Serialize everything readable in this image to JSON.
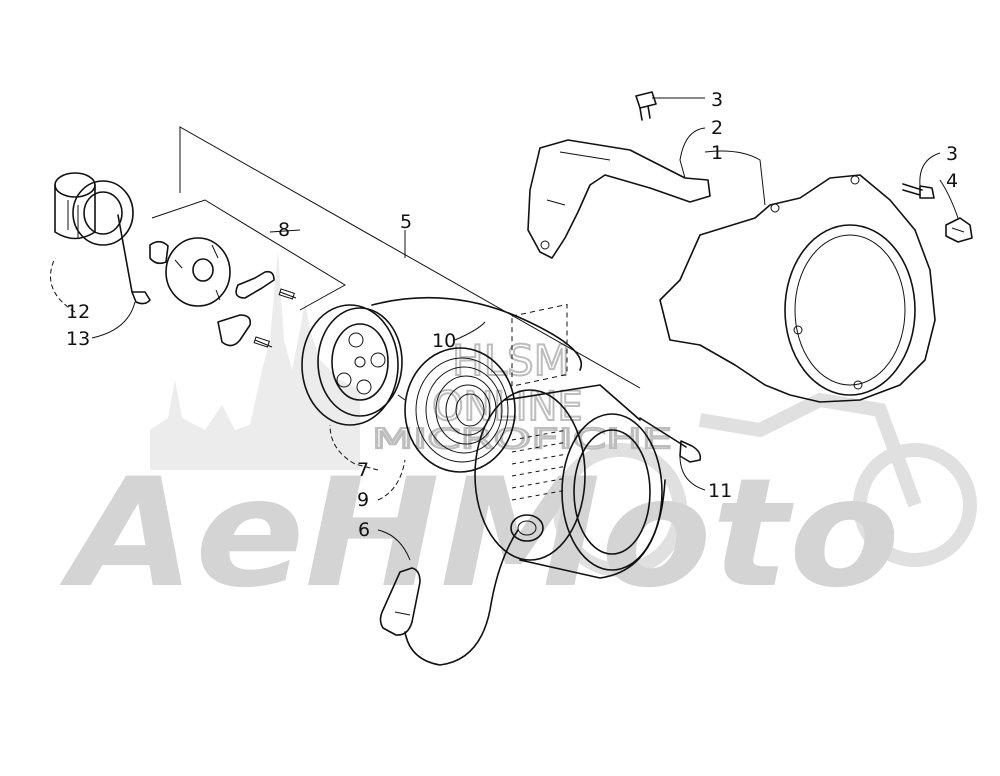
{
  "diagram": {
    "callouts": [
      {
        "id": "c1",
        "label": "1"
      },
      {
        "id": "c2",
        "label": "2"
      },
      {
        "id": "c3a",
        "label": "3"
      },
      {
        "id": "c3b",
        "label": "3"
      },
      {
        "id": "c4",
        "label": "4"
      },
      {
        "id": "c5",
        "label": "5"
      },
      {
        "id": "c6",
        "label": "6"
      },
      {
        "id": "c7",
        "label": "7"
      },
      {
        "id": "c8",
        "label": "8"
      },
      {
        "id": "c9",
        "label": "9"
      },
      {
        "id": "c10",
        "label": "10"
      },
      {
        "id": "c11",
        "label": "11"
      },
      {
        "id": "c12",
        "label": "12"
      },
      {
        "id": "c13",
        "label": "13"
      }
    ]
  },
  "watermark": {
    "brand": "AeHMoto",
    "line1": "HLSM",
    "line2": "ONLINE",
    "line3": "MICROFICHE",
    "color": "#d4d4d4"
  }
}
